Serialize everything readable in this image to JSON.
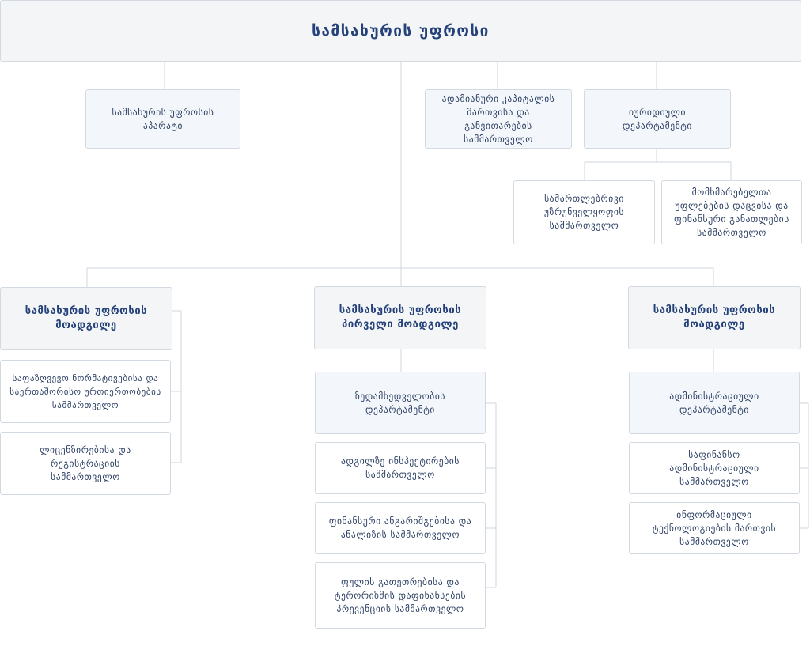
{
  "chief": "სამსახურის უფროსი",
  "chief_office": "სამსახურის უფროსის აპარატი",
  "hr_division": "ადამიანური კაპიტალის მართვისა და განვითარების სამმართველო",
  "legal_department": "იურიდიული დეპარტამენტი",
  "legal_support_division": "სამართლებრივი უზრუნველყოფის სამმართველო",
  "taxpayer_rights_division": "მომხმარებელთა უფლებების დაცვისა და ფინანსური განათლების სამმართველო",
  "deputy_left": {
    "title": "სამსახურის უფროსის მოადგილე",
    "units": [
      "საფაზღვევო ნორმატივებისა და საერთაშორისო ურთიერთობების სამმართველო",
      "ლიცენზირებისა და რეგისტრაციის სამმართველო"
    ]
  },
  "first_deputy": {
    "title": "სამსახურის უფროსის პირველი მოადგილე",
    "department": "ზედამხედველობის დეპარტამენტი",
    "units": [
      "ადგილზე ინსპექტირების სამმართველო",
      "ფინანსური ანგარიშგებისა და ანალიზის სამმართველო",
      "ფულის გათეთრებისა და ტერორიზმის დაფინანსების პრევენციის სამმართველო"
    ]
  },
  "deputy_right": {
    "title": "სამსახურის უფროსის მოადგილე",
    "department": "ადმინისტრაციული დეპარტამენტი",
    "units": [
      "საფინანსო ადმინისტრაციული სამმართველო",
      "ინფორმაციული ტექნოლოგიების მართვის სამმართველო"
    ]
  }
}
